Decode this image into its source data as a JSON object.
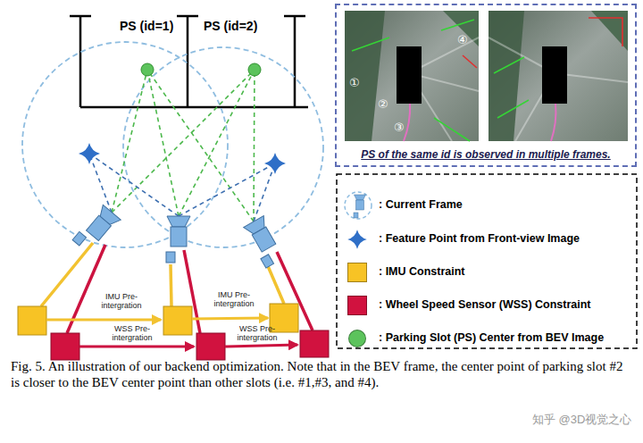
{
  "diagram": {
    "caption": "Fig. 5. An illustration of our backend optimization. Note that in the BEV frame, the center point of parking slot #2 is closer to the BEV center point than other slots (i.e. #1,#3, and #4).",
    "nodes": [
      {
        "text": [
          "PS of the same id is observed in multiple frames."
        ]
      }
    ],
    "labels": [
      "PS (id=1)",
      "PS (id=2)",
      "IMU Pre-intergration",
      "WSS Pre-intergration",
      "IMU Pre-intergration",
      "WSS Pre-intergration",
      "①",
      "②",
      "③",
      "④",
      "知乎 @3D视觉之心"
    ],
    "legend": [
      {
        "text": ": Current Frame"
      },
      {
        "text": ": Feature Point from Front-view Image"
      },
      {
        "text": ": IMU Constraint",
        "color": "#f7c325"
      },
      {
        "text": ": Wheel Speed Sensor (WSS) Constraint",
        "color": "#d1123f"
      },
      {
        "text": ": Parking Slot (PS) Center from BEV Image",
        "color": "#5cc35c"
      }
    ]
  }
}
